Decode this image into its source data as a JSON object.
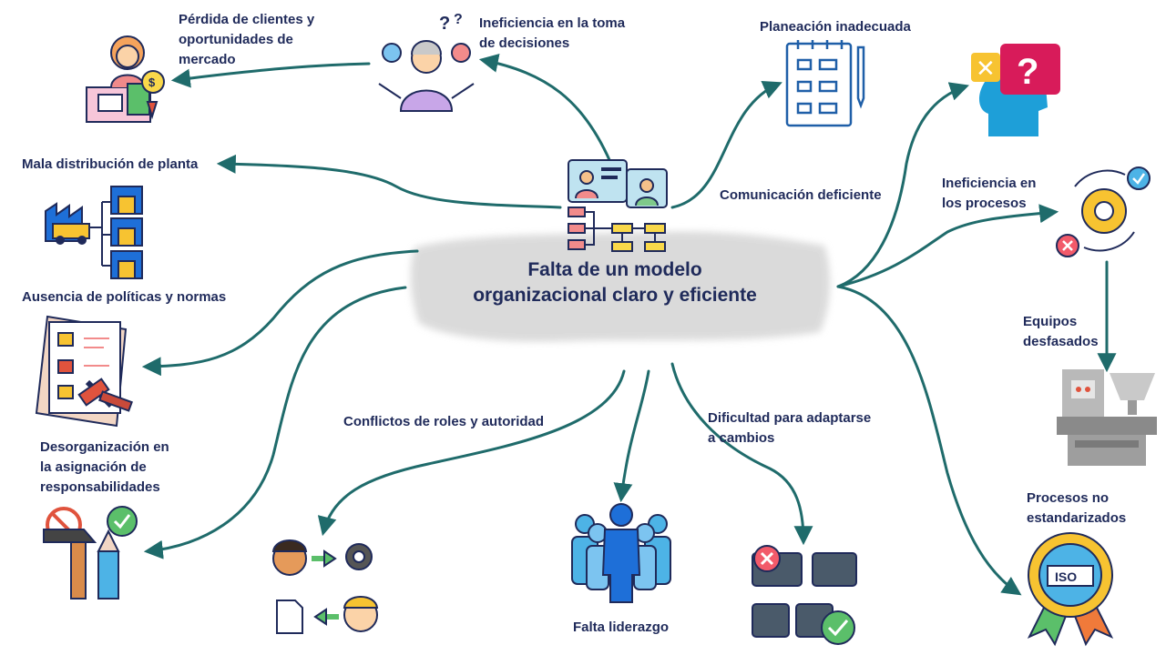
{
  "center": {
    "line1": "Falta de un modelo",
    "line2": "organizacional claro y eficiente"
  },
  "nodes": {
    "perdida": {
      "lines": [
        "Pérdida de clientes y",
        "oportunidades de",
        "mercado"
      ],
      "icon": "client-loss-icon"
    },
    "ineficiencia_decisiones": {
      "lines": [
        "Ineficiencia en la toma",
        "de decisiones"
      ],
      "icon": "confused-person-icon"
    },
    "planeacion": {
      "lines": [
        "Planeación inadecuada"
      ],
      "icon": "planning-notebook-icon"
    },
    "comunicacion": {
      "lines": [
        "Comunicación deficiente"
      ],
      "icon": "confused-head-icon"
    },
    "ineficiencia_procesos": {
      "lines": [
        "Ineficiencia en",
        "los procesos"
      ],
      "icon": "gear-cycle-icon"
    },
    "equipos": {
      "lines": [
        "Equipos",
        "desfasados"
      ],
      "icon": "machine-icon"
    },
    "procesos_no_std": {
      "lines": [
        "Procesos no",
        "estandarizados"
      ],
      "icon": "iso-badge-icon"
    },
    "distribucion": {
      "lines": [
        "Mala distribución de planta"
      ],
      "icon": "plant-layout-icon"
    },
    "politicas": {
      "lines": [
        "Ausencia de políticas y normas"
      ],
      "icon": "policy-gavel-icon"
    },
    "desorganizacion": {
      "lines": [
        "Desorganización en",
        "la asignación de",
        "responsabilidades"
      ],
      "icon": "tools-icon"
    },
    "conflictos": {
      "lines": [
        "Conflictos de roles y autoridad"
      ],
      "icon": "roles-icon"
    },
    "liderazgo": {
      "lines": [
        "Falta liderazgo"
      ],
      "icon": "leader-icon"
    },
    "adaptarse": {
      "lines": [
        "Dificultad para adaptarse",
        "a cambios"
      ],
      "icon": "puzzle-icon"
    }
  },
  "colors": {
    "arrow": "#1f6b6b",
    "text": "#1f2a5a"
  }
}
